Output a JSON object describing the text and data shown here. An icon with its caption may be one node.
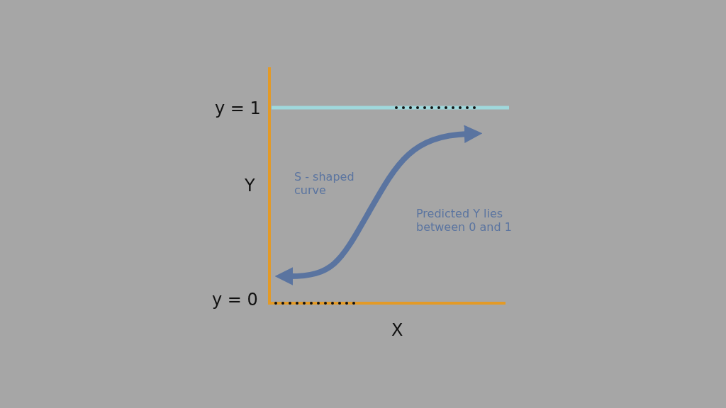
{
  "diagram": {
    "labels": [
      "y = 1",
      "Y",
      "S - shaped curve",
      "Predicted Y lies between 0 and 1",
      "y = 0",
      "X"
    ]
  }
}
